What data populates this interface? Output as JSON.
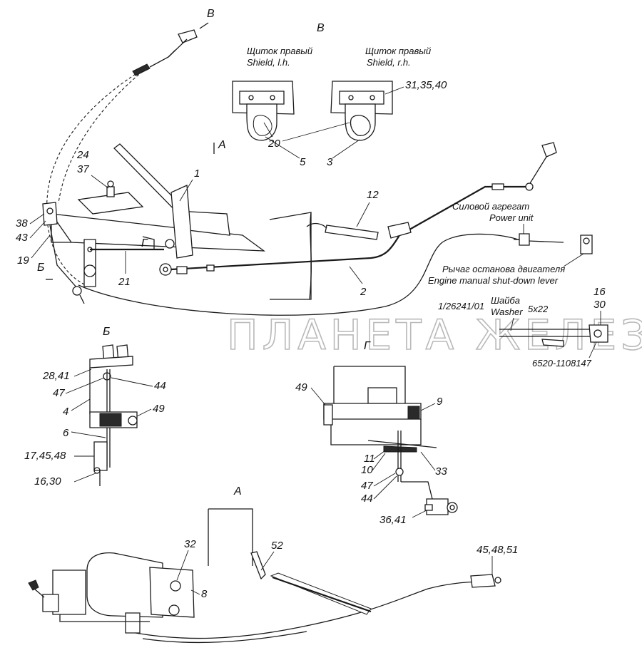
{
  "watermark": "ПЛАНЕТА ЖЕЛЕЗЯКА",
  "views": {
    "v_top": "В",
    "v_detail": "В",
    "a_arrow": "А",
    "b_arrow": "Б",
    "b_detail": "Б",
    "g_arrow": "Г",
    "g_detail": "Г",
    "a_detail": "А"
  },
  "shield_left": {
    "ru": "Щиток правый",
    "en": "Shield, l.h."
  },
  "shield_right": {
    "ru": "Щиток правый",
    "en": "Shield, r.h."
  },
  "power_unit": {
    "ru": "Силовой агрегат",
    "en": "Power unit"
  },
  "lever": {
    "ru": "Рычаг останова двигателя",
    "en": "Engine manual shut-down lever"
  },
  "washer": {
    "code": "1/26241/01",
    "ru": "Шайба",
    "en": "Washer",
    "size": "5х22"
  },
  "part_number": "6520-1108147",
  "callouts": {
    "c1": "1",
    "c2": "2",
    "c3": "3",
    "c5": "5",
    "c12": "12",
    "c19": "19",
    "c20": "20",
    "c21": "21",
    "c24": "24",
    "c37": "37",
    "c38": "38",
    "c43": "43",
    "c31_35_40": "31,35,40",
    "c16": "16",
    "c30": "30",
    "b28_41": "28,41",
    "b47": "47",
    "b44": "44",
    "b4": "4",
    "b49": "49",
    "b6": "6",
    "b17_45_48": "17,45,48",
    "b16_30": "16,30",
    "g49": "49",
    "g9": "9",
    "g11": "11",
    "g10": "10",
    "g33": "33",
    "g47": "47",
    "g44": "44",
    "g36_41": "36,41",
    "a32": "32",
    "a8": "8",
    "a52": "52",
    "a45_48_51": "45,48,51"
  }
}
